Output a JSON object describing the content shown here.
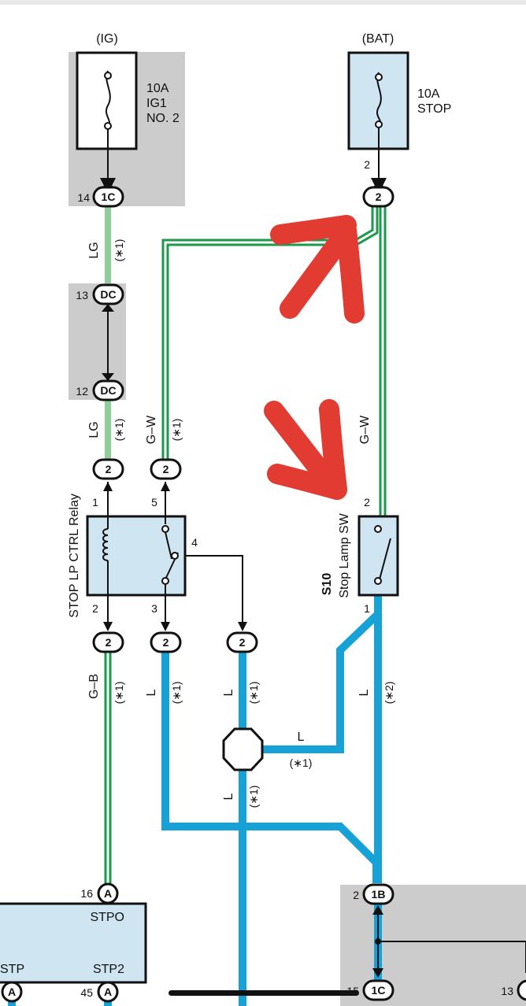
{
  "power": {
    "ig_label": "(IG)",
    "bat_label": "(BAT)",
    "fuse_ig": {
      "line1": "10A",
      "line2": "IG1",
      "line3": "NO. 2"
    },
    "fuse_bat": {
      "line1": "10A",
      "line2": "STOP",
      "pin": "2"
    }
  },
  "connectors": {
    "ig_1c": {
      "code": "1C",
      "pin": "14"
    },
    "dc_top": {
      "code": "DC",
      "pin": "13"
    },
    "dc_bottom": {
      "code": "DC",
      "pin": "12"
    },
    "bat_out": {
      "code": "2"
    },
    "relay_pin1": {
      "code": "2"
    },
    "relay_pin5": {
      "code": "2"
    },
    "relay_pin2": {
      "code": "2"
    },
    "relay_pin3": {
      "code": "2"
    },
    "relay_pin4": {
      "code": "2"
    },
    "ecu_a16": {
      "code": "A",
      "pin": "16"
    },
    "ecu_stp": {
      "code": "A"
    },
    "ecu_a45": {
      "code": "A",
      "pin": "45"
    },
    "jb_1b": {
      "code": "1B",
      "pin": "2"
    },
    "jb_1c": {
      "code": "1C",
      "pin": "15"
    },
    "jb_right": {
      "pin": "13"
    }
  },
  "relay": {
    "name": "STOP LP CTRL Relay",
    "pin1": "1",
    "pin2": "2",
    "pin3": "3",
    "pin4": "4",
    "pin5": "5"
  },
  "switch": {
    "code": "S10",
    "name": "Stop Lamp SW",
    "pin_top": "2",
    "pin_bottom": "1"
  },
  "wires": {
    "lg_top": {
      "color": "LG",
      "note": "(∗1)"
    },
    "lg_mid": {
      "color": "LG",
      "note": "(∗1)"
    },
    "gw_left": {
      "color": "G–W",
      "note": "(∗1)"
    },
    "gw_right": {
      "color": "G–W"
    },
    "gb": {
      "color": "G–B",
      "note": "(∗1)"
    },
    "l_relay3": {
      "color": "L",
      "note": "(∗1)"
    },
    "l_relay4": {
      "color": "L",
      "note": "(∗1)"
    },
    "l_switch": {
      "color": "L",
      "note": "(∗2)"
    },
    "l_splice_right": {
      "color": "L",
      "note": "(∗1)"
    },
    "l_below_splice": {
      "color": "L",
      "note": "(∗1)"
    }
  },
  "ecu": {
    "stpo": "STPO",
    "stp": "STP",
    "stp2": "STP2"
  },
  "colors": {
    "green_wire": "#1a9a4a",
    "lg_wire": "#8fce9b",
    "blue_wire": "#16a2d7",
    "component_fill": "#cfe6f2",
    "shade": "#cccccc",
    "annotation_arrow": "#e23b32"
  }
}
